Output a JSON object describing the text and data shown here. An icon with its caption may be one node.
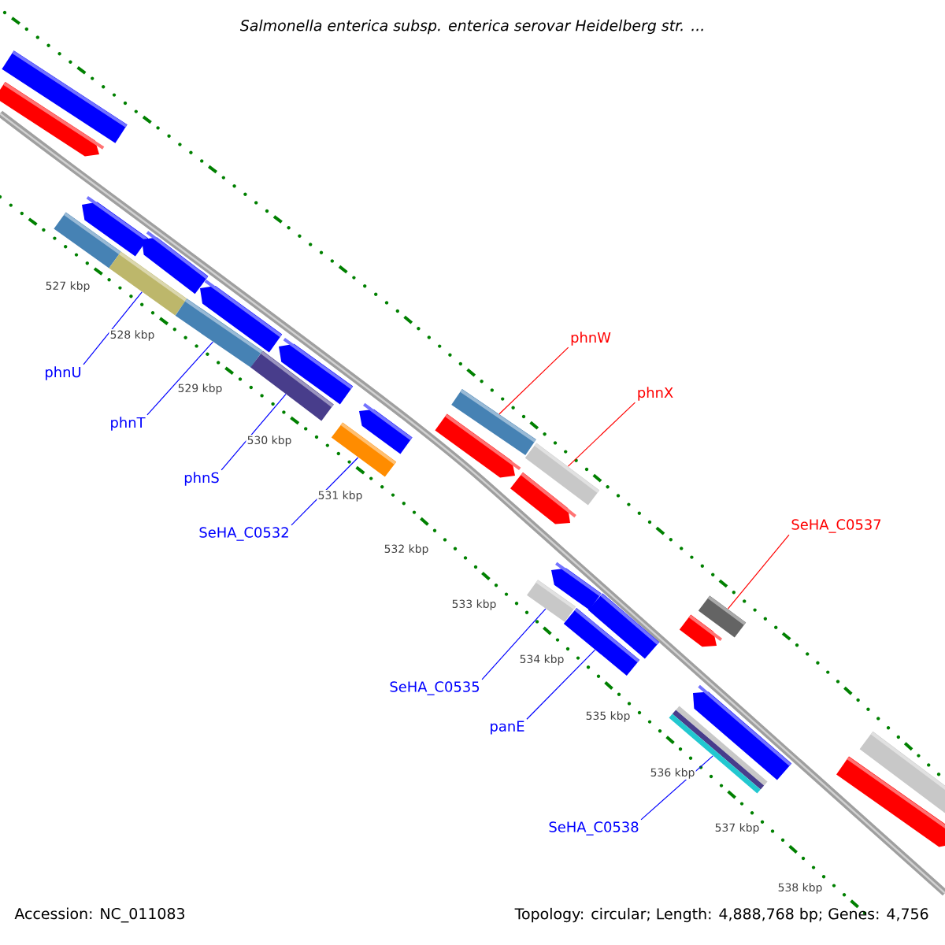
{
  "diagram": {
    "title": "Salmonella enterica subsp. enterica serovar Heidelberg str. ...",
    "nodes": [
      {
        "text": [
          "phnW"
        ]
      },
      {
        "text": [
          "phnX"
        ]
      },
      {
        "text": [
          "phnU"
        ]
      },
      {
        "text": [
          "phnT"
        ]
      },
      {
        "text": [
          "phnS"
        ]
      },
      {
        "text": [
          "SeHA_C0532"
        ]
      },
      {
        "text": [
          "SeHA_C0537"
        ]
      },
      {
        "text": [
          "SeHA_C0535"
        ]
      },
      {
        "text": [
          "panE"
        ]
      },
      {
        "text": [
          "SeHA_C0538"
        ]
      },
      {
        "text": [],
        "shape": "bar"
      },
      {
        "text": [],
        "shape": "bar"
      },
      {
        "text": [],
        "shape": "bar"
      },
      {
        "text": [],
        "shape": "bar"
      },
      {
        "text": [],
        "shape": "bar"
      },
      {
        "text": [],
        "shape": "bar"
      },
      {
        "text": [],
        "shape": "bar"
      },
      {
        "text": [],
        "shape": "bar"
      },
      {
        "text": [],
        "shape": "bar"
      },
      {
        "text": [],
        "shape": "bar"
      }
    ],
    "edges": [
      {
        "from": 0,
        "to": 10,
        "arrow": "none",
        "color": "#ff0000"
      },
      {
        "from": 1,
        "to": 11,
        "arrow": "none",
        "color": "#ff0000"
      },
      {
        "from": 2,
        "to": 12,
        "arrow": "none"
      },
      {
        "from": 3,
        "to": 13,
        "arrow": "none"
      },
      {
        "from": 4,
        "to": 14,
        "arrow": "none"
      },
      {
        "from": 5,
        "to": 15,
        "arrow": "none"
      },
      {
        "from": 6,
        "to": 16,
        "arrow": "none",
        "color": "#ff0000"
      },
      {
        "from": 7,
        "to": 17,
        "arrow": "none"
      },
      {
        "from": 8,
        "to": 18,
        "arrow": "none"
      },
      {
        "from": 9,
        "to": 19,
        "arrow": "none"
      }
    ],
    "labels": [
      "527 kbp",
      "528 kbp",
      "529 kbp",
      "530 kbp",
      "531 kbp",
      "532 kbp",
      "533 kbp",
      "534 kbp",
      "535 kbp",
      "536 kbp",
      "537 kbp",
      "538 kbp",
      "Accession: NC_011083",
      "Topology: circular; Length: 4,888,768 bp; Genes: 4,756"
    ]
  }
}
